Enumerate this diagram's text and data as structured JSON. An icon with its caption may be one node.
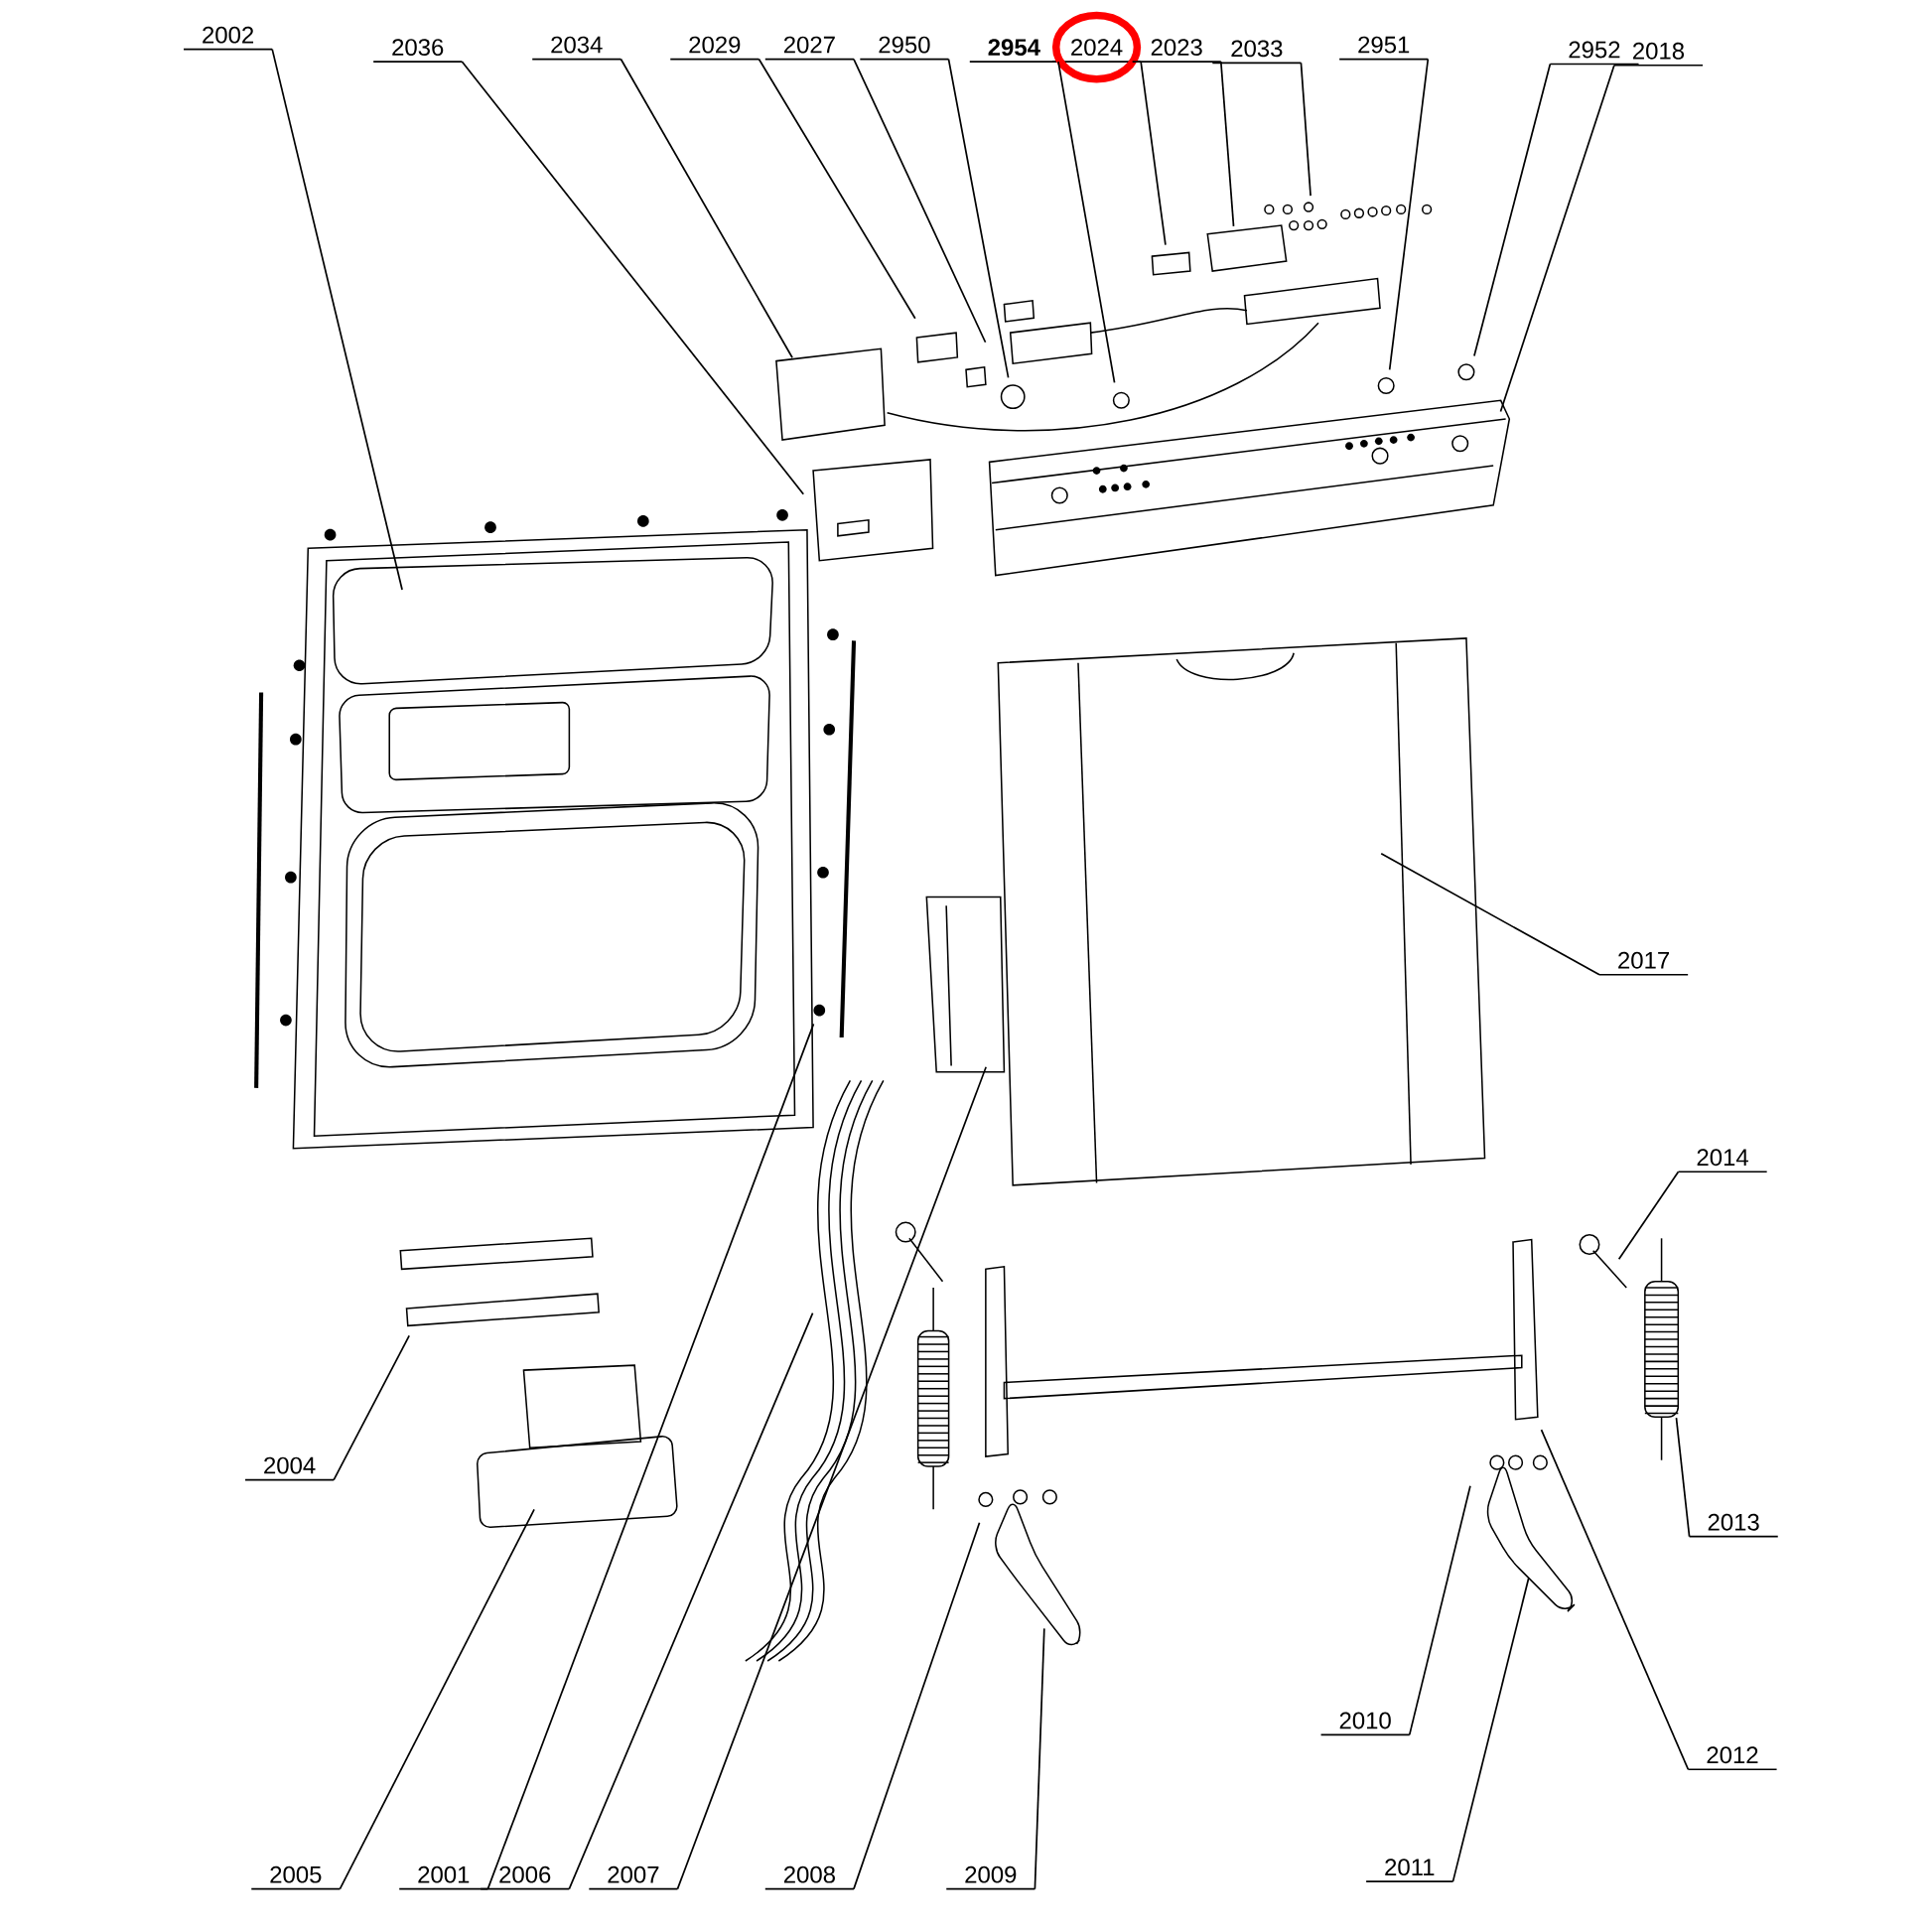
{
  "diagram": {
    "nodes": [
      {
        "text": [
          "2002"
        ]
      },
      {
        "text": [
          "2036"
        ]
      },
      {
        "text": [
          "2034"
        ]
      },
      {
        "text": [
          "2029"
        ]
      },
      {
        "text": [
          "2027"
        ]
      },
      {
        "text": [
          "2950"
        ]
      },
      {
        "text": [
          "2954"
        ]
      },
      {
        "text": [
          "2024"
        ]
      },
      {
        "text": [
          "2023"
        ]
      },
      {
        "text": [
          "2033"
        ]
      },
      {
        "text": [
          "2951"
        ]
      },
      {
        "text": [
          "2952"
        ]
      },
      {
        "text": [
          "2018"
        ]
      },
      {
        "text": [
          "2017"
        ]
      },
      {
        "text": [
          "2014"
        ]
      },
      {
        "text": [
          "2004"
        ]
      },
      {
        "text": [
          "2013"
        ]
      },
      {
        "text": [
          "2010"
        ]
      },
      {
        "text": [
          "2012"
        ]
      },
      {
        "text": [
          "2005"
        ]
      },
      {
        "text": [
          "2001"
        ]
      },
      {
        "text": [
          "2006"
        ]
      },
      {
        "text": [
          "2007"
        ]
      },
      {
        "text": [
          "2008"
        ]
      },
      {
        "text": [
          "2009"
        ]
      },
      {
        "text": [
          "2011"
        ]
      }
    ],
    "edges": [
      {
        "from": 0,
        "to": null,
        "arrow": "none"
      },
      {
        "from": 1,
        "to": null,
        "arrow": "none"
      },
      {
        "from": 2,
        "to": null,
        "arrow": "none"
      },
      {
        "from": 3,
        "to": null,
        "arrow": "none"
      },
      {
        "from": 4,
        "to": null,
        "arrow": "none"
      },
      {
        "from": 5,
        "to": null,
        "arrow": "none"
      },
      {
        "from": 6,
        "to": null,
        "arrow": "none"
      },
      {
        "from": 7,
        "to": null,
        "arrow": "none"
      },
      {
        "from": 8,
        "to": null,
        "arrow": "none"
      },
      {
        "from": 9,
        "to": null,
        "arrow": "none"
      },
      {
        "from": 10,
        "to": null,
        "arrow": "none"
      },
      {
        "from": 11,
        "to": null,
        "arrow": "none"
      },
      {
        "from": 12,
        "to": null,
        "arrow": "none"
      },
      {
        "from": 13,
        "to": null,
        "arrow": "none"
      },
      {
        "from": 14,
        "to": null,
        "arrow": "none"
      },
      {
        "from": 15,
        "to": null,
        "arrow": "none"
      },
      {
        "from": 16,
        "to": null,
        "arrow": "none"
      },
      {
        "from": 17,
        "to": null,
        "arrow": "none"
      },
      {
        "from": 18,
        "to": null,
        "arrow": "none"
      },
      {
        "from": 19,
        "to": null,
        "arrow": "none"
      },
      {
        "from": 20,
        "to": null,
        "arrow": "none"
      },
      {
        "from": 21,
        "to": null,
        "arrow": "none"
      },
      {
        "from": 22,
        "to": null,
        "arrow": "none"
      },
      {
        "from": 23,
        "to": null,
        "arrow": "none"
      },
      {
        "from": 24,
        "to": null,
        "arrow": "none"
      },
      {
        "from": 25,
        "to": null,
        "arrow": "none"
      }
    ]
  }
}
